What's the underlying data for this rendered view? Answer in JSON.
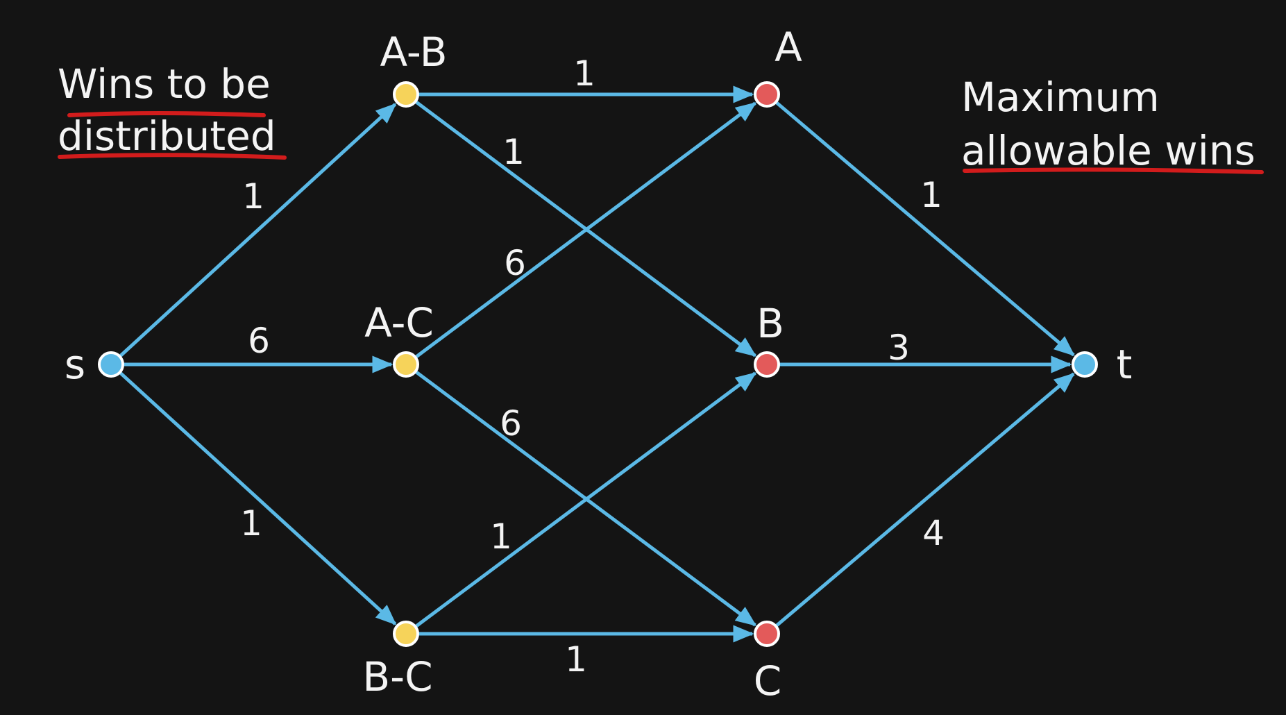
{
  "notes": {
    "left_line1": "Wins to be",
    "left_line2": "distributed",
    "right_line1": "Maximum",
    "right_line2": "allowable wins"
  },
  "nodes": [
    {
      "id": "s",
      "label": "s",
      "kind": "source"
    },
    {
      "id": "AB",
      "label": "A-B",
      "kind": "game"
    },
    {
      "id": "AC",
      "label": "A-C",
      "kind": "game"
    },
    {
      "id": "BC",
      "label": "B-C",
      "kind": "game"
    },
    {
      "id": "A",
      "label": "A",
      "kind": "team"
    },
    {
      "id": "B",
      "label": "B",
      "kind": "team"
    },
    {
      "id": "C",
      "label": "C",
      "kind": "team"
    },
    {
      "id": "t",
      "label": "t",
      "kind": "sink"
    }
  ],
  "edges": [
    {
      "from": "s",
      "to": "AB",
      "capacity": "1"
    },
    {
      "from": "s",
      "to": "AC",
      "capacity": "6"
    },
    {
      "from": "s",
      "to": "BC",
      "capacity": "1"
    },
    {
      "from": "AB",
      "to": "A",
      "capacity": "1"
    },
    {
      "from": "AB",
      "to": "B",
      "capacity": "1"
    },
    {
      "from": "AC",
      "to": "A",
      "capacity": "6"
    },
    {
      "from": "AC",
      "to": "C",
      "capacity": "6"
    },
    {
      "from": "BC",
      "to": "B",
      "capacity": "1"
    },
    {
      "from": "BC",
      "to": "C",
      "capacity": "1"
    },
    {
      "from": "A",
      "to": "t",
      "capacity": "1"
    },
    {
      "from": "B",
      "to": "t",
      "capacity": "3"
    },
    {
      "from": "C",
      "to": "t",
      "capacity": "4"
    }
  ],
  "colors": {
    "background": "#141414",
    "edge": "#5bb9e6",
    "source_sink": "#5bb9e6",
    "game_node": "#f6d35a",
    "team_node": "#e35a5a",
    "underline": "#d21c1c",
    "text": "#f4f4f4"
  }
}
